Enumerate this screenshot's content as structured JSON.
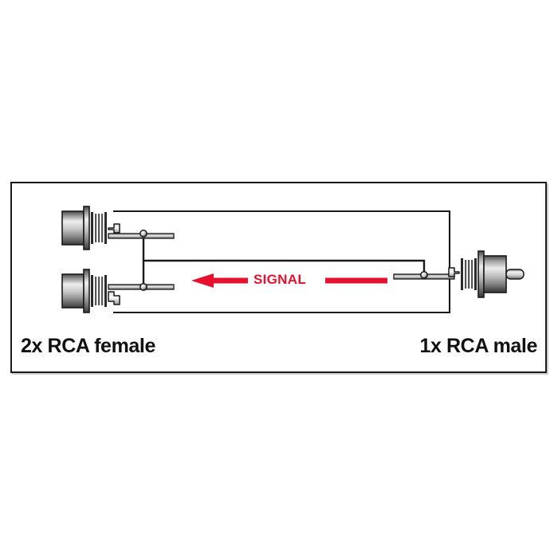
{
  "diagram": {
    "type": "wiring-diagram",
    "subject": "RCA Y-splitter cable wiring",
    "frame": {
      "border_color": "#1a1a1a",
      "background": "#ffffff"
    },
    "captions": {
      "left": "2x RCA female",
      "right": "1x RCA male"
    },
    "signal": {
      "label": "SIGNAL",
      "color": "#e8112d",
      "direction": "right-to-left"
    },
    "connectors": [
      {
        "id": "rca-female-top",
        "name": "RCA female connector (top)",
        "gender": "female",
        "position": "left-top"
      },
      {
        "id": "rca-female-bottom",
        "name": "RCA female connector (bottom)",
        "gender": "female",
        "position": "left-bottom"
      },
      {
        "id": "rca-male",
        "name": "RCA male connector",
        "gender": "male",
        "position": "right"
      }
    ],
    "wires": [
      {
        "id": "ground-top",
        "name": "ground wire from top female shell to male shell",
        "color": "#1a1a1a"
      },
      {
        "id": "ground-bottom",
        "name": "ground wire from bottom female shell to male shell",
        "color": "#1a1a1a"
      },
      {
        "id": "signal-bus",
        "name": "signal wire joining both female pins to male pin",
        "color": "#1a1a1a"
      }
    ],
    "colors": {
      "outline": "#1a1a1a",
      "metal_light": "#f2f2f2",
      "metal_mid": "#9a9a9a",
      "metal_dark": "#3d3d3d",
      "signal_red": "#e8112d",
      "page_background": "#ffffff"
    }
  }
}
